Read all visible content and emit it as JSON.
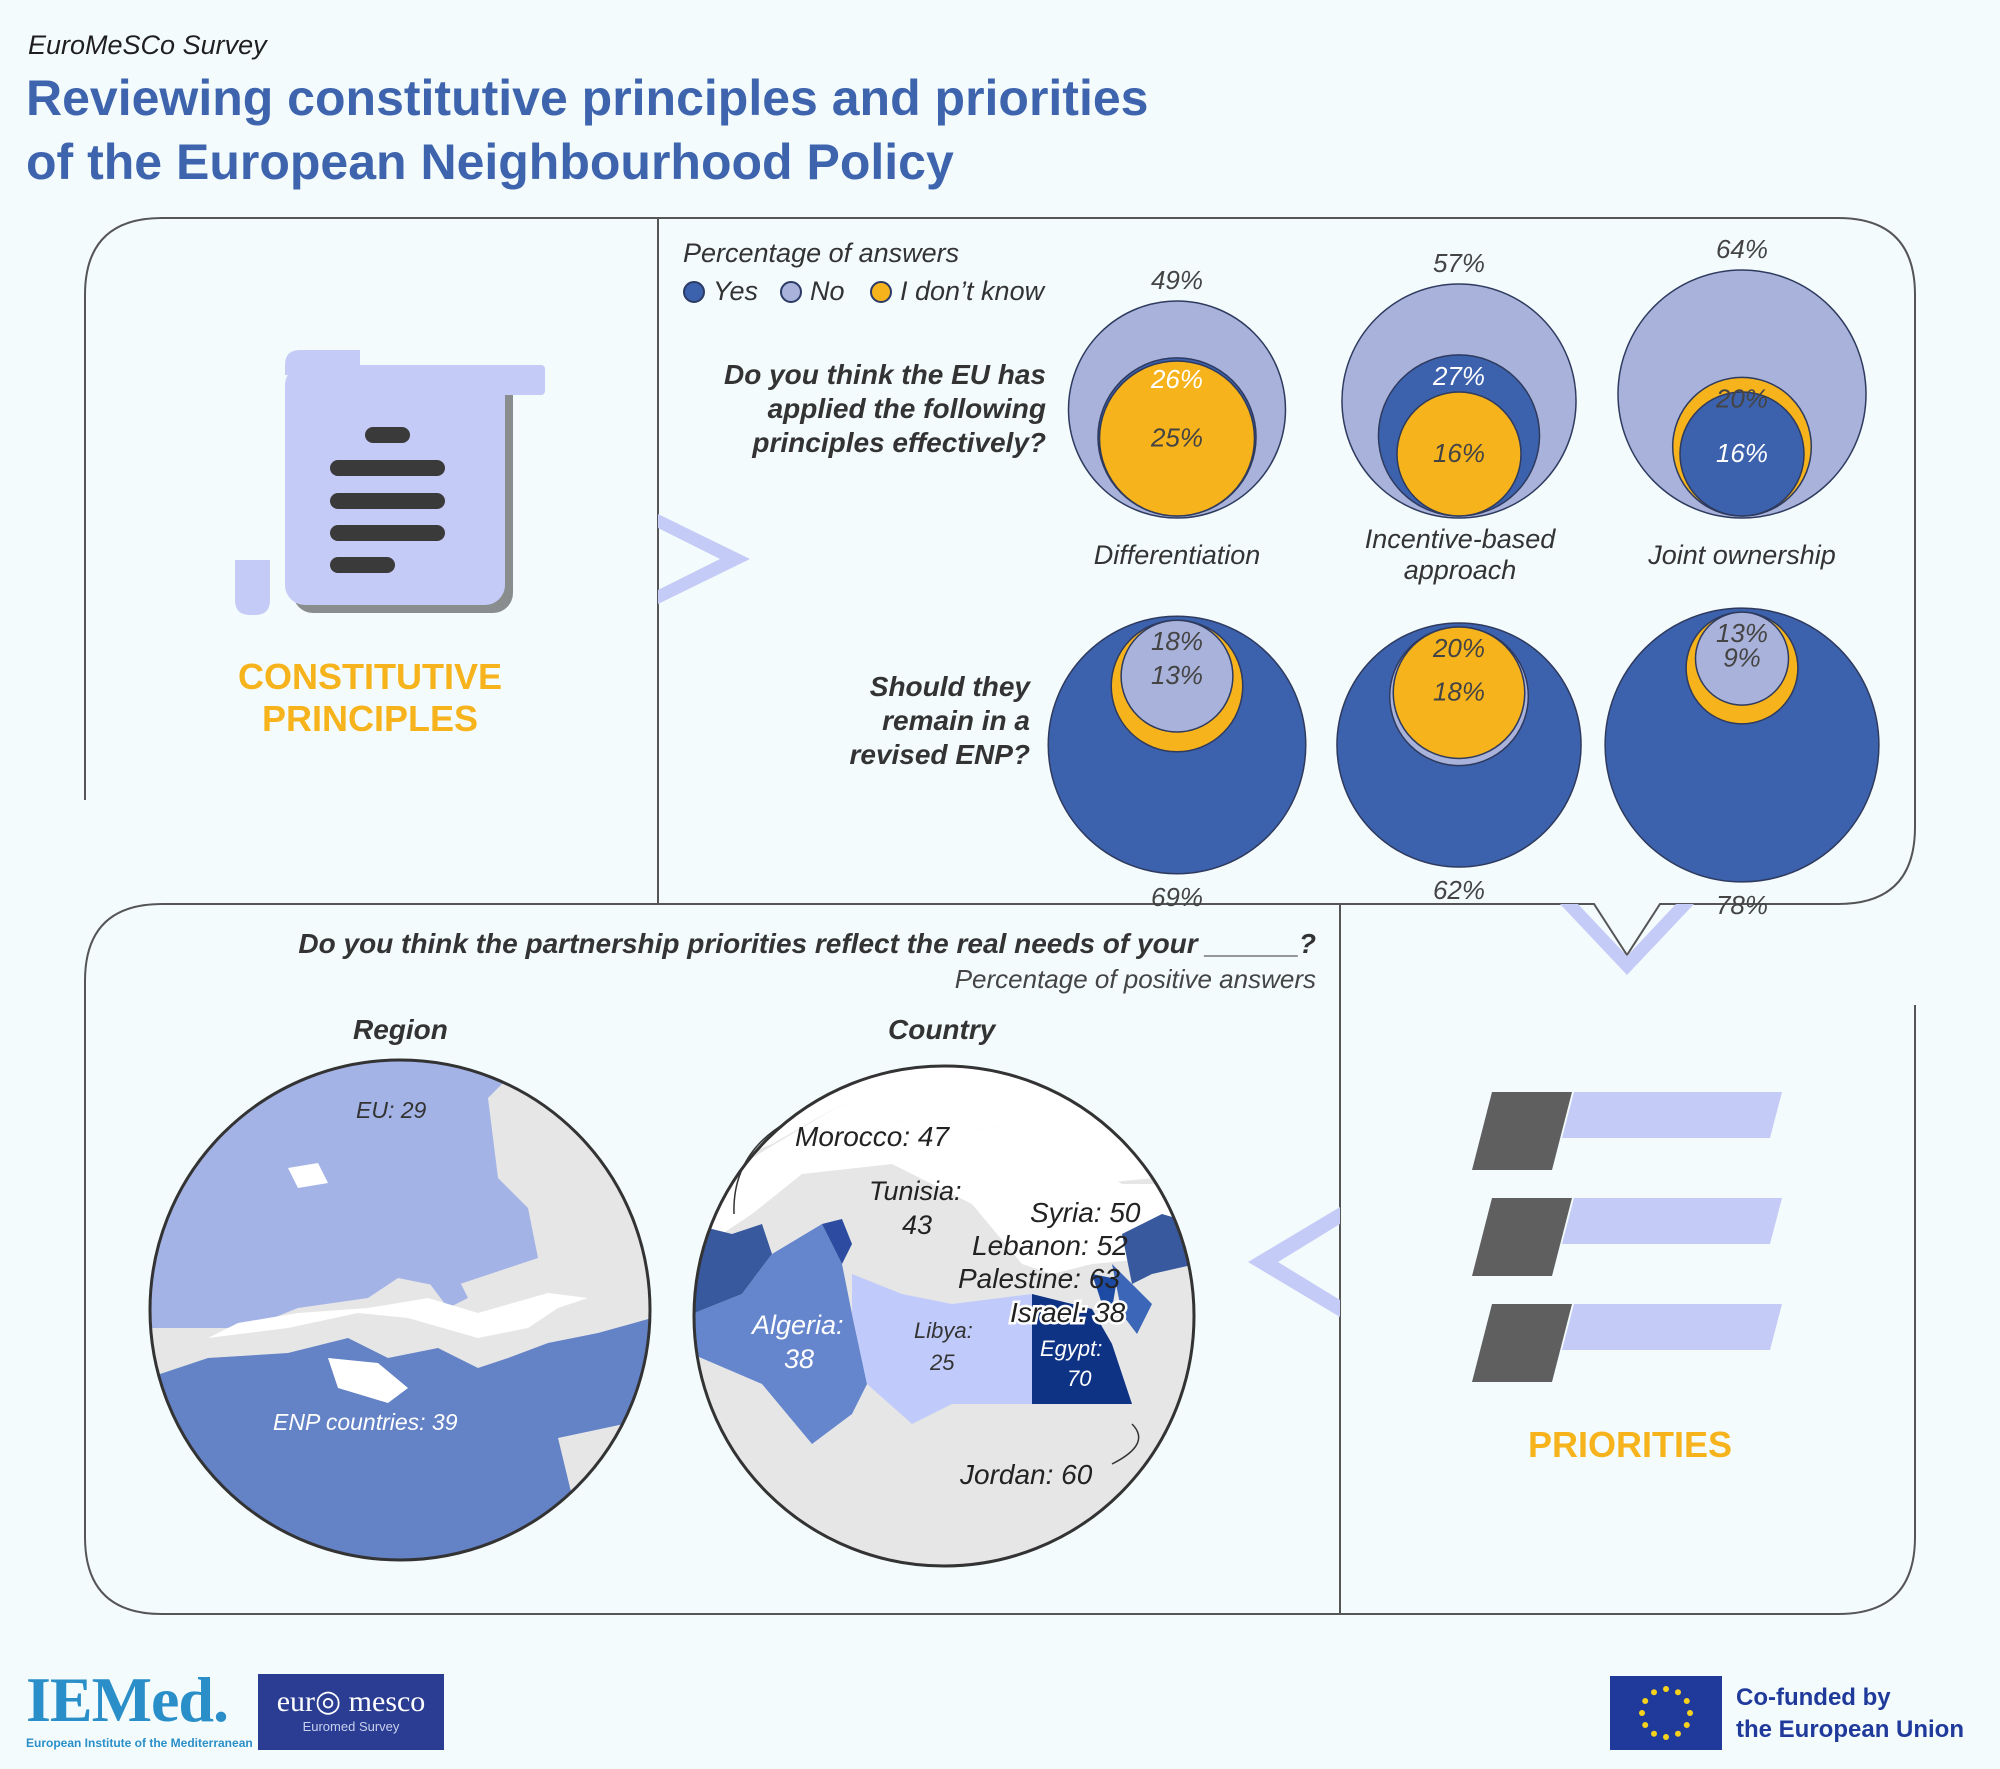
{
  "header": {
    "survey": "EuroMeSCo Survey",
    "title_line1": "Reviewing constitutive principles and priorities",
    "title_line2": "of the European Neighbourhood Policy"
  },
  "colors": {
    "yes": "#3d62ad",
    "no": "#a8b2da",
    "dont_know": "#f6b31c",
    "accent_title": "#3d64ad",
    "section_title": "#f6b31c"
  },
  "sections": {
    "principles_title_line1": "CONSTITUTIVE",
    "principles_title_line2": "PRINCIPLES",
    "priorities_title": "PRIORITIES"
  },
  "icons": {
    "principles": "scroll-document-icon",
    "priorities": "list-priorities-icon"
  },
  "chart_data": [
    {
      "type": "nested-bubble",
      "legend_title": "Percentage of answers",
      "legend": [
        "Yes",
        "No",
        "I don’t know"
      ],
      "principles": [
        "Differentiation",
        "Incentive-based approach",
        "Joint ownership"
      ],
      "questions": [
        {
          "text_lines": [
            "Do you think the EU has",
            "applied the following",
            "principles effectively?"
          ],
          "values": [
            {
              "principle": "Differentiation",
              "No": 49,
              "Yes": 26,
              "I don’t know": 25
            },
            {
              "principle": "Incentive-based approach",
              "No": 57,
              "Yes": 27,
              "I don’t know": 16
            },
            {
              "principle": "Joint ownership",
              "No": 64,
              "I don’t know": 20,
              "Yes": 16
            }
          ]
        },
        {
          "text_lines": [
            "Should they",
            "remain in a",
            "revised ENP?"
          ],
          "values": [
            {
              "principle": "Differentiation",
              "Yes": 69,
              "I don’t know": 18,
              "No": 13
            },
            {
              "principle": "Incentive-based approach",
              "Yes": 62,
              "No": 20,
              "I don’t know": 18
            },
            {
              "principle": "Joint ownership",
              "Yes": 78,
              "I don’t know": 13,
              "No": 9
            }
          ]
        }
      ]
    },
    {
      "type": "choropleth-map",
      "question": "Do you think the partnership priorities reflect the real needs of your ______?",
      "subtitle": "Percentage of positive answers",
      "maps": [
        {
          "title": "Region",
          "regions": [
            {
              "label": "EU",
              "value": 29
            },
            {
              "label": "ENP countries",
              "value": 39
            }
          ]
        },
        {
          "title": "Country",
          "regions": [
            {
              "label": "Morocco",
              "value": 47
            },
            {
              "label": "Tunisia",
              "value": 43
            },
            {
              "label": "Algeria",
              "value": 38
            },
            {
              "label": "Libya",
              "value": 25
            },
            {
              "label": "Egypt",
              "value": 70
            },
            {
              "label": "Israel",
              "value": 38
            },
            {
              "label": "Palestine",
              "value": 63
            },
            {
              "label": "Lebanon",
              "value": 52
            },
            {
              "label": "Syria",
              "value": 50
            },
            {
              "label": "Jordan",
              "value": 60
            }
          ]
        }
      ]
    }
  ],
  "labels": {
    "region_eu": "EU: 29",
    "region_enp": "ENP countries: 39",
    "morocco": "Morocco: 47",
    "tunisia_1": "Tunisia:",
    "tunisia_2": "43",
    "algeria_1": "Algeria:",
    "algeria_2": "38",
    "libya_1": "Libya:",
    "libya_2": "25",
    "egypt_1": "Egypt:",
    "egypt_2": "70",
    "syria": "Syria: 50",
    "lebanon": "Lebanon: 52",
    "palestine": "Palestine: 63",
    "israel": "Israel: 38",
    "jordan": "Jordan: 60"
  },
  "footer": {
    "iemed_logo": "IEMed.",
    "iemed_tagline": "European Institute of the Mediterranean",
    "euromesco_name": "eur◎ mesco",
    "euromesco_sub": "Euromed Survey",
    "cofunded_line1": "Co-funded by",
    "cofunded_line2": "the European Union"
  }
}
